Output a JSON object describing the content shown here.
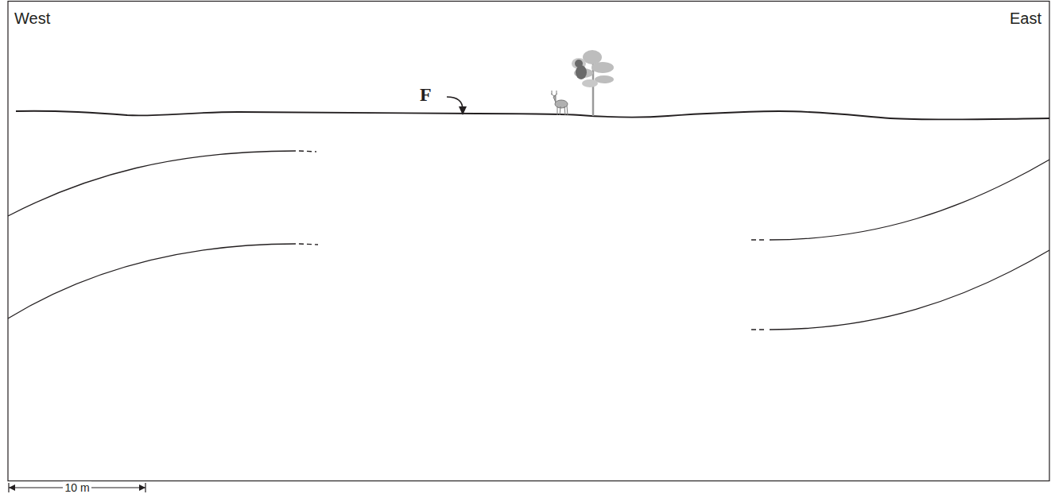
{
  "diagram": {
    "labels": [
      "West",
      "East",
      "F",
      "10 m"
    ]
  }
}
